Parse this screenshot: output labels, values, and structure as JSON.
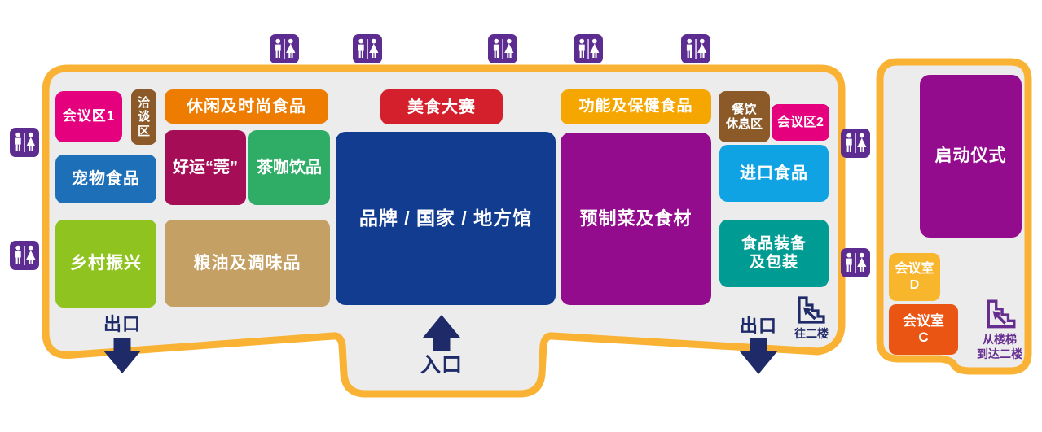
{
  "legend": {
    "exit": "出口",
    "entrance": "入口",
    "to_second_floor": "往二楼",
    "stairs_to_second_floor": "从楼梯\n到达二楼"
  },
  "main_hall": {
    "zones": [
      {
        "id": "meeting-area-1",
        "label": "会议区1",
        "color": "#E5007E"
      },
      {
        "id": "negotiation-area",
        "label": "洽\n谈\n区",
        "color": "#8B5A28"
      },
      {
        "id": "leisure-fashion-food",
        "label": "休闲及时尚食品",
        "color": "#ED7C00"
      },
      {
        "id": "pet-food",
        "label": "宠物食品",
        "color": "#1D70B7"
      },
      {
        "id": "lucky-guan",
        "label": "好运“莞”",
        "color": "#A50D56"
      },
      {
        "id": "tea-coffee-drinks",
        "label": "茶咖饮品",
        "color": "#2FAC66"
      },
      {
        "id": "rural-revitalization",
        "label": "乡村振兴",
        "color": "#8FC31F"
      },
      {
        "id": "grain-oil-condiments",
        "label": "粮油及调味品",
        "color": "#C5A065"
      },
      {
        "id": "food-competition",
        "label": "美食大赛",
        "color": "#D41F2C"
      },
      {
        "id": "brand-country-regional-pavilion",
        "label": "品牌 / 国家 / 地方馆",
        "color": "#113C90"
      },
      {
        "id": "functional-health-food",
        "label": "功能及保健食品",
        "color": "#F6A600"
      },
      {
        "id": "prepared-dishes-ingredients",
        "label": "预制菜及食材",
        "color": "#940C8E"
      },
      {
        "id": "dining-rest-area",
        "label": "餐饮\n休息区",
        "color": "#8B5A28"
      },
      {
        "id": "meeting-area-2",
        "label": "会议区2",
        "color": "#E5007E"
      },
      {
        "id": "imported-food",
        "label": "进口食品",
        "color": "#10A3E4"
      },
      {
        "id": "food-equipment-packaging",
        "label": "食品装备\n及包装",
        "color": "#009B92"
      }
    ]
  },
  "annex": {
    "zones": [
      {
        "id": "launch-ceremony",
        "label": "启动仪式",
        "color": "#940C8E"
      },
      {
        "id": "meeting-room-d",
        "label": "会议室\nD",
        "color": "#F8B62D"
      },
      {
        "id": "meeting-room-c",
        "label": "会议室\nC",
        "color": "#EA5514"
      }
    ]
  },
  "icons": {
    "restroom": "restroom-icon",
    "stairs_main": "stairs-to-second-floor-icon",
    "stairs_annex": "stairs-to-second-floor-icon"
  },
  "colors": {
    "outline": "#F9B233",
    "floor": "#ECECEC",
    "navy": "#1F2A68",
    "restroom_purple": "#5D2C91",
    "stairs_purple": "#662D91"
  }
}
